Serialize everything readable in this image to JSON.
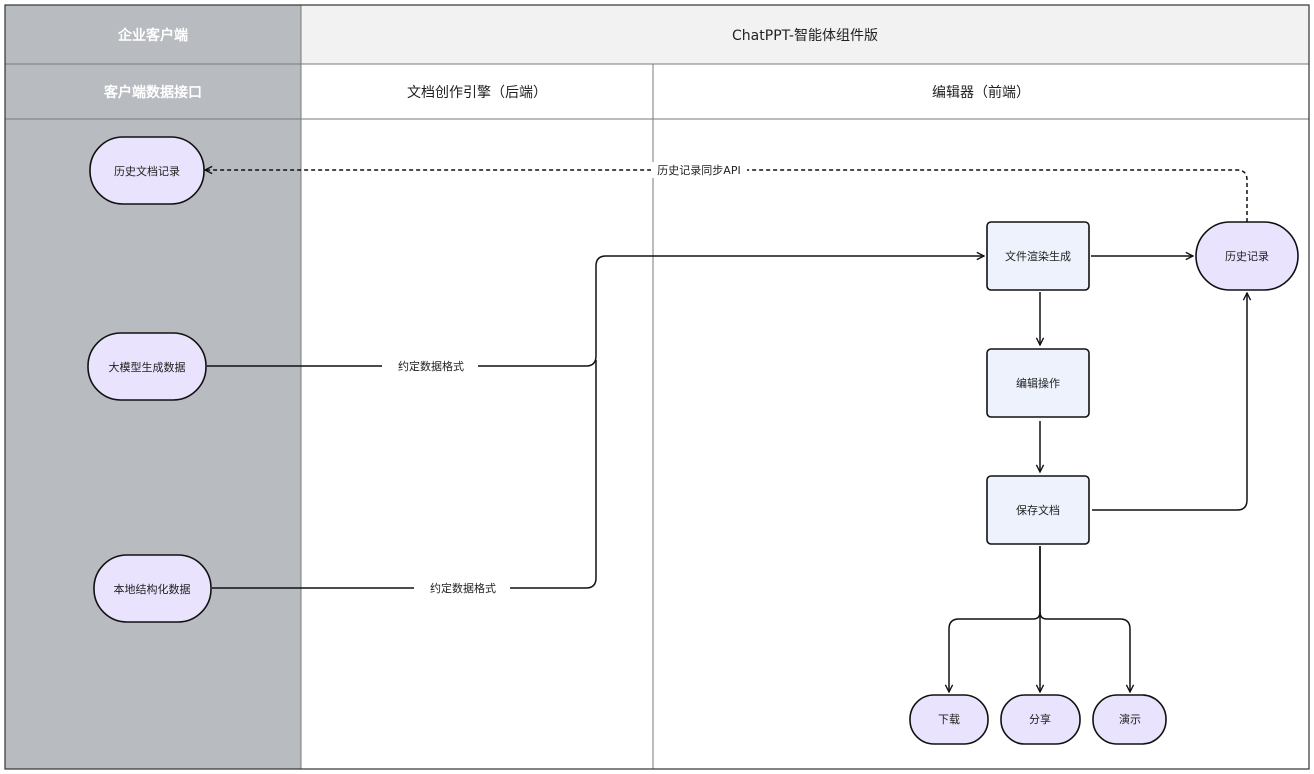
{
  "header": {
    "left_title": "企业客户端",
    "main_title": "ChatPPT-智能体组件版"
  },
  "lanes": [
    {
      "id": "client",
      "label": "客户端数据接口"
    },
    {
      "id": "backend",
      "label": "文档创作引擎（后端）"
    },
    {
      "id": "frontend",
      "label": "编辑器（前端）"
    }
  ],
  "nodes": {
    "history_doc": "历史文档记录",
    "llm_data": "大模型生成数据",
    "local_data": "本地结构化数据",
    "render": "文件渲染生成",
    "history": "历史记录",
    "edit": "编辑操作",
    "save": "保存文档",
    "download": "下载",
    "share": "分享",
    "present": "演示"
  },
  "edge_labels": {
    "sync_api": "历史记录同步API",
    "format1": "约定数据格式",
    "format2": "约定数据格式"
  },
  "colors": {
    "lane_header_dark": "#b8bbbf",
    "terminal_fill": "#e9e3fd",
    "process_fill": "#eef2fc"
  }
}
